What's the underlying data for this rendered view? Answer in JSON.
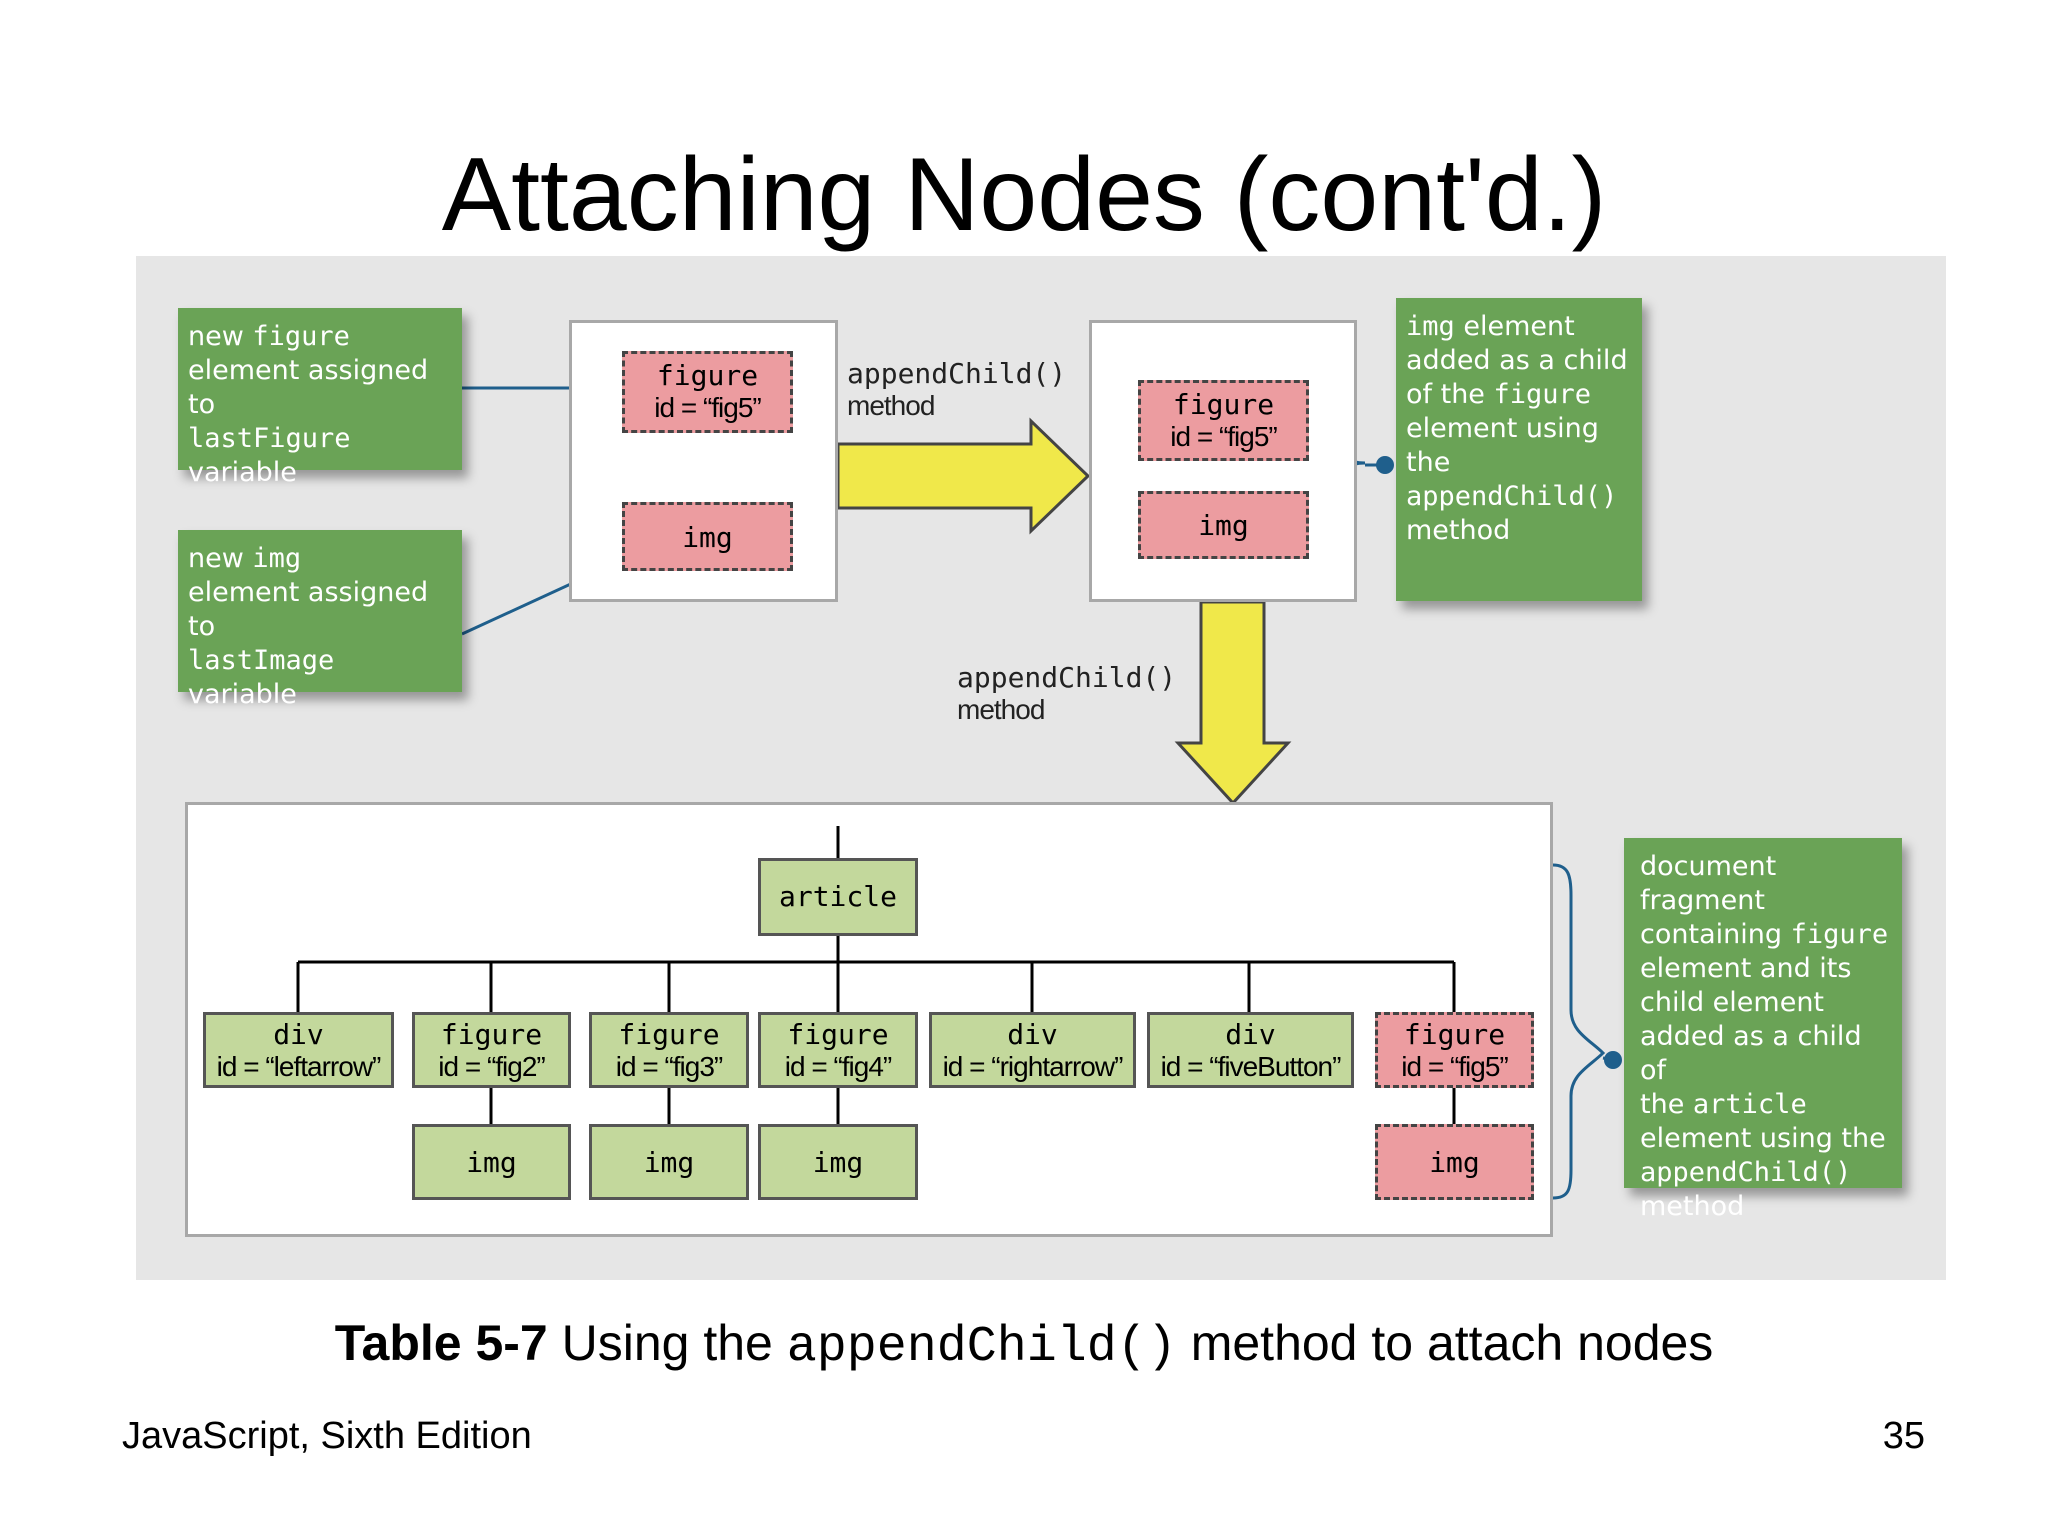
{
  "title": "Attaching Nodes (cont'd.)",
  "callouts": {
    "new_figure": {
      "l1a": "new ",
      "l1b": "figure",
      "l2": "element assigned to",
      "l3": "lastFigure",
      "l4": "variable"
    },
    "new_img": {
      "l1a": "new ",
      "l1b": "img",
      "l2": "element assigned to",
      "l3": "lastImage",
      "l4": "variable"
    },
    "img_added": {
      "l1a": "img",
      "l1b": " element",
      "l2": "added as a child",
      "l3a": "of the ",
      "l3b": "figure",
      "l4": "element using",
      "l5": "the",
      "l6": "appendChild()",
      "l7": "method"
    },
    "fragment": {
      "l1": "document fragment",
      "l2a": "containing ",
      "l2b": "figure",
      "l3": "element and its",
      "l4": "child element",
      "l5": "added as a child of",
      "l6a": "the ",
      "l6b": "article",
      "l7": "element using the",
      "l8": "appendChild()",
      "l9": "method"
    }
  },
  "top_left_box": {
    "figure": {
      "tag": "figure",
      "id": "id = “fig5”"
    },
    "img": {
      "tag": "img"
    }
  },
  "top_right_box": {
    "figure": {
      "tag": "figure",
      "id": "id = “fig5”"
    },
    "img": {
      "tag": "img"
    }
  },
  "arrow_right_label": {
    "code": "appendChild()",
    "text": "method"
  },
  "arrow_down_label": {
    "code": "appendChild()",
    "text": "method"
  },
  "tree": {
    "root": "article",
    "children": [
      {
        "tag": "div",
        "id": "id = “leftarrow”"
      },
      {
        "tag": "figure",
        "id": "id = “fig2”",
        "child": "img"
      },
      {
        "tag": "figure",
        "id": "id = “fig3”",
        "child": "img"
      },
      {
        "tag": "figure",
        "id": "id = “fig4”",
        "child": "img"
      },
      {
        "tag": "div",
        "id": "id = “rightarrow”"
      },
      {
        "tag": "div",
        "id": "id = “fiveButton”"
      },
      {
        "tag": "figure",
        "id": "id = “fig5”",
        "child": "img"
      }
    ]
  },
  "caption": {
    "bold": "Table 5-7",
    "pre": " Using the ",
    "code": "appendChild()",
    "post": " method to attach nodes"
  },
  "footer": {
    "left": "JavaScript, Sixth Edition",
    "right": "35"
  },
  "colors": {
    "callout_green": "#6aa356",
    "node_green": "#c3d89c",
    "node_pink": "#ec9ca0",
    "arrow_yellow": "#f0e84a",
    "connector_blue": "#1f5f8c",
    "panel_gray": "#e6e6e6"
  }
}
